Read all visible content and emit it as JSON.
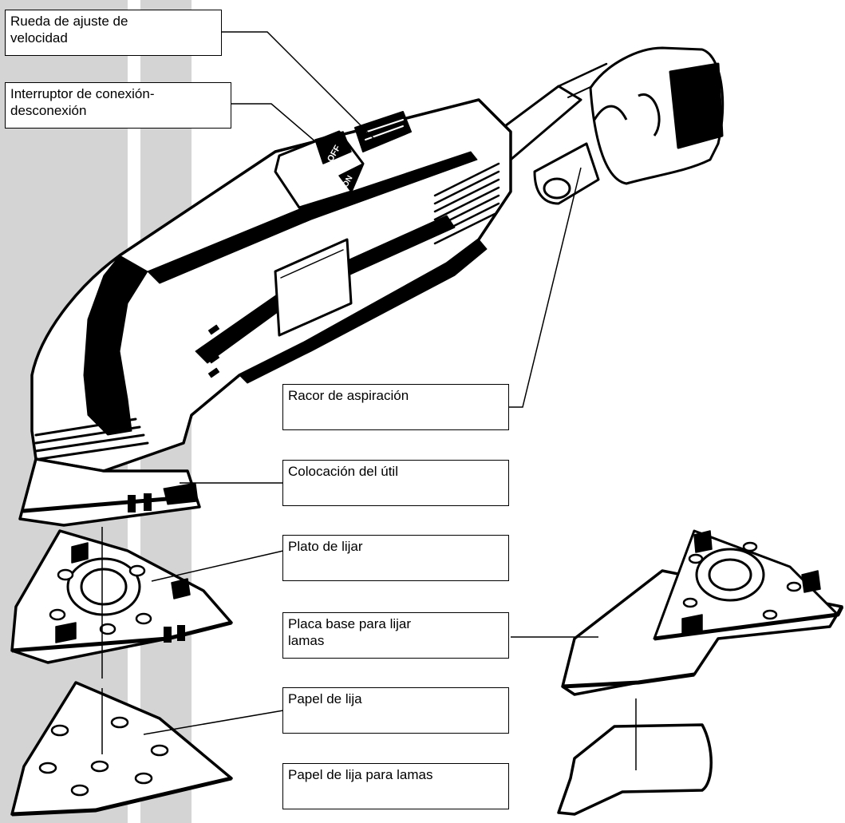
{
  "colors": {
    "stripe": "#d4d4d4",
    "ink": "#000000",
    "paper": "#ffffff"
  },
  "callouts": {
    "speed_wheel": "Rueda de ajuste de\nvelocidad",
    "on_off_switch": "Interruptor de conexión-\ndesconexión",
    "suction_nozzle": "Racor de aspiración",
    "tool_mount": "Colocación del útil",
    "sanding_plate": "Plato de lijar",
    "slat_base_plate": "Placa base para lijar\nlamas",
    "sandpaper": "Papel de lija",
    "slat_sandpaper": "Papel de lija para lamas"
  },
  "markings": {
    "switch_off": "OFF",
    "switch_on": "ON"
  }
}
